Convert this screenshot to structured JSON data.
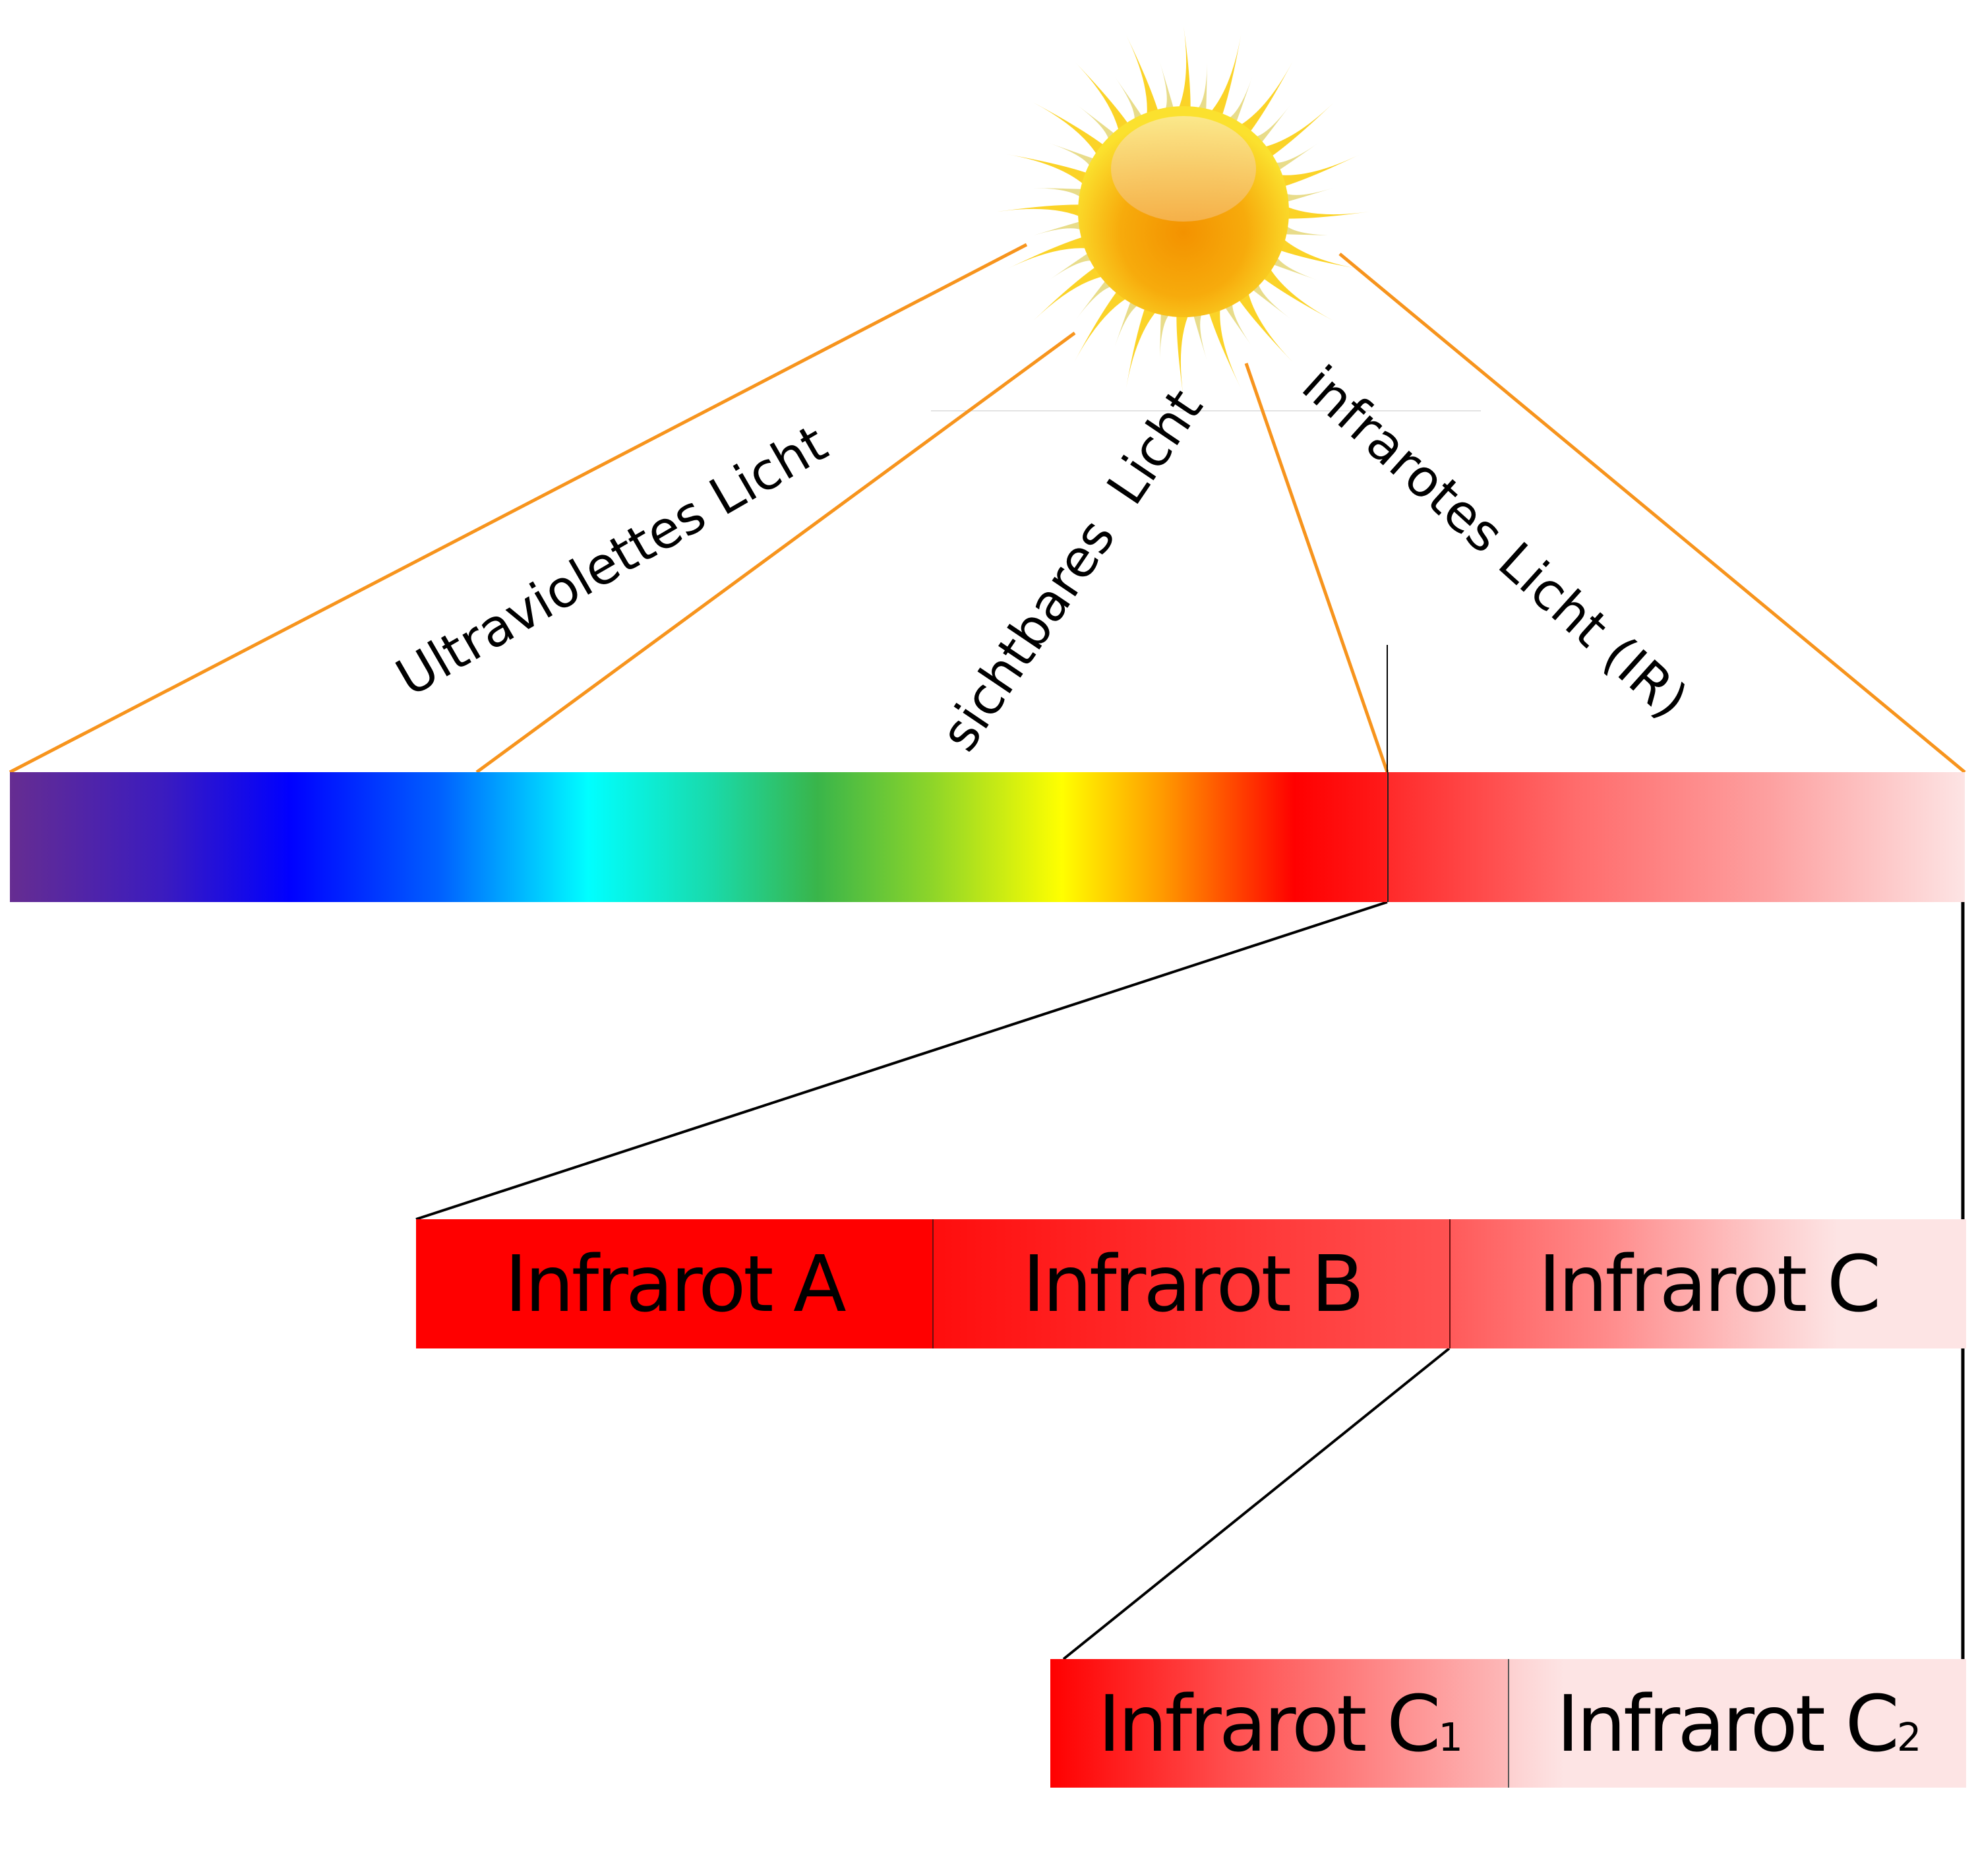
{
  "labels": {
    "uv": "Ultraviolettes Licht",
    "visible": "sichtbares  Licht",
    "ir": "infrarotes Licht (IR)"
  },
  "ir_bands": [
    {
      "label": "Infrarot A",
      "color_start": "#ff0000",
      "color_end": "#ff0000"
    },
    {
      "label": "Infrarot B",
      "color_start": "#ff0d0d",
      "color_end": "#ff5252"
    },
    {
      "label": "Infrarot C",
      "color_start": "#ff5a5a",
      "color_end": "#fde4e4"
    }
  ],
  "ir_c_bands": [
    {
      "label": "Infrarot C",
      "sub": "1",
      "color_start": "#ff0000",
      "color_end": "#fdb8b8"
    },
    {
      "label": "Infrarot C",
      "sub": "2",
      "color_start": "#fdd6d6",
      "color_end": "#fde4e4"
    }
  ],
  "colors": {
    "sun_ray_lines": "#f7941d",
    "connector_lines": "#000000",
    "uv_start": "#662d91",
    "blue": "#0000ff",
    "cyan": "#00ffff",
    "green": "#39b54a",
    "yellow": "#ffff00",
    "red": "#ff0000",
    "ir_end": "#fde4e4"
  }
}
